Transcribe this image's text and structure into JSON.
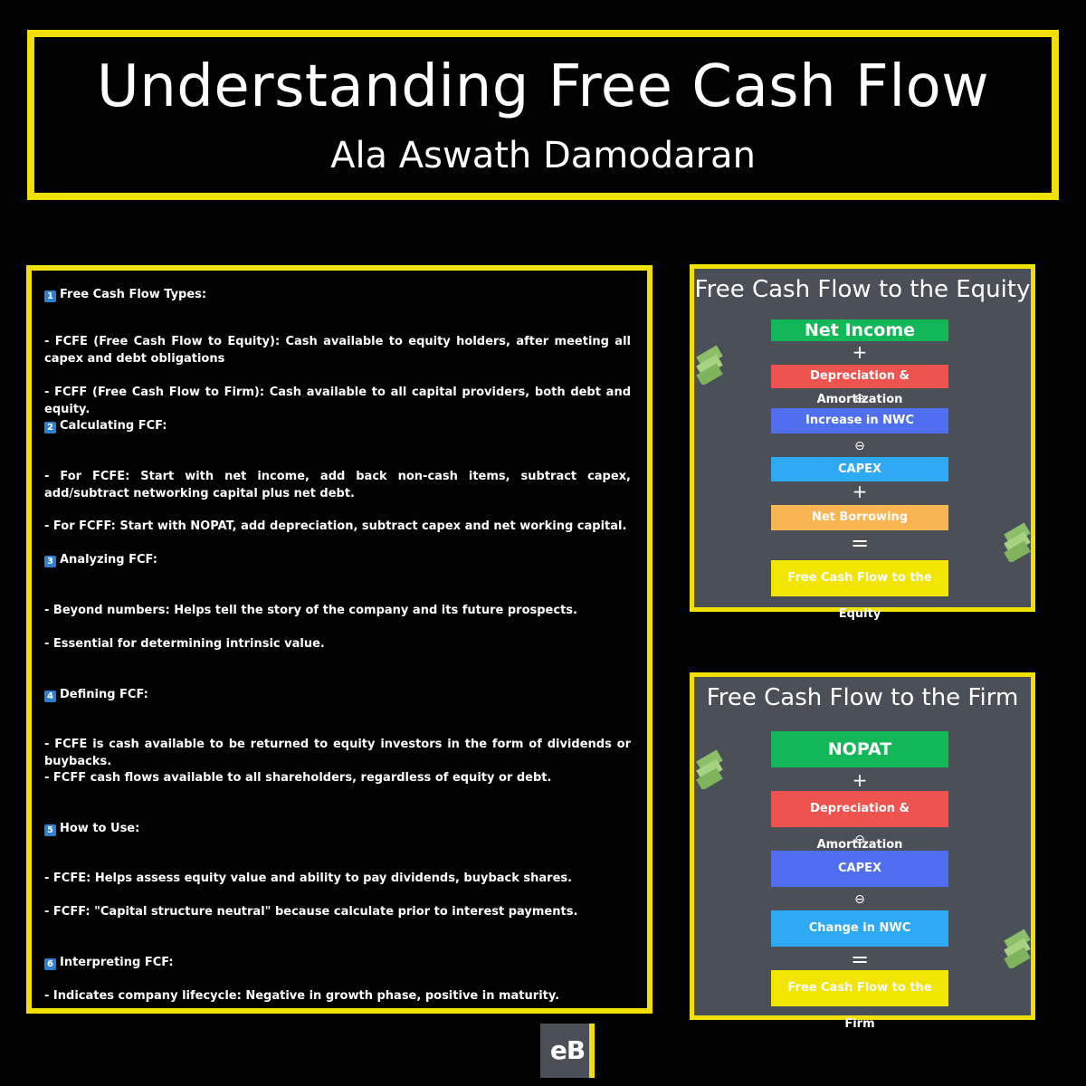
{
  "header": {
    "title": "Understanding Free Cash Flow",
    "subtitle": "Ala Aswath Damodaran"
  },
  "notes": {
    "lines": [
      {
        "num": "1",
        "text": "Free Cash Flow Types:"
      },
      {
        "text": " - FCFE (Free Cash Flow to Equity): Cash available to equity holders, after meeting all capex and debt obligations"
      },
      {
        "text": " - FCFF (Free Cash Flow to Firm): Cash available to all capital providers, both debt and equity."
      },
      {
        "num": "2",
        "text": "Calculating FCF:"
      },
      {
        "text": " - For FCFE: Start with net income, add back non-cash items, subtract capex, add/subtract networking capital plus net debt."
      },
      {
        "text": " - For FCFF: Start with NOPAT, add depreciation, subtract capex and net working capital."
      },
      {
        "num": "3",
        "text": "Analyzing FCF:"
      },
      {
        "text": "- Beyond numbers: Helps tell the story of the company and its future prospects."
      },
      {
        "text": " - Essential for determining intrinsic value."
      },
      {
        "num": "4",
        "text": "Defining FCF:"
      },
      {
        "text": "- FCFE is cash available to be returned to equity investors in the form of dividends or buybacks."
      },
      {
        "text": "- FCFF cash flows available to all shareholders, regardless of equity or debt."
      },
      {
        "num": "5",
        "text": "How to Use:"
      },
      {
        "text": " - FCFE: Helps assess equity value and ability to pay dividends, buyback shares."
      },
      {
        "text": " - FCFF: \"Capital structure neutral\" because calculate prior to interest payments."
      },
      {
        "num": "6",
        "text": "Interpreting FCF:"
      },
      {
        "text": " - Indicates company lifecycle: Negative in growth phase, positive in maturity."
      }
    ]
  },
  "fcfe": {
    "title": "Free Cash Flow to the Equity",
    "boxes": [
      {
        "label": "Net Income",
        "color": "#12b857"
      },
      {
        "label": "Depreciation & Amortization",
        "color": "#ef5350"
      },
      {
        "label": "Increase in NWC",
        "color": "#4f6ff0"
      },
      {
        "label": "CAPEX",
        "color": "#2eaaf5"
      },
      {
        "label": "Net Borrowing",
        "color": "#fbb452"
      },
      {
        "label": "Free Cash Flow to the Equity",
        "color": "#f2e500"
      }
    ],
    "ops": [
      "+",
      "⊖",
      "⊖",
      "+",
      "="
    ]
  },
  "fcff": {
    "title": "Free Cash Flow to the Firm",
    "boxes": [
      {
        "label": "NOPAT",
        "color": "#12b857"
      },
      {
        "label": "Depreciation & Amortization",
        "color": "#ef5350"
      },
      {
        "label": "CAPEX",
        "color": "#4f6ff0"
      },
      {
        "label": "Change in NWC",
        "color": "#2eaaf5"
      },
      {
        "label": "Free Cash Flow to the Firm",
        "color": "#f2e500"
      }
    ],
    "ops": [
      "+",
      "⊖",
      "⊖",
      "="
    ]
  },
  "logo": {
    "text": "eB"
  },
  "colors": {
    "accent": "#f2e000",
    "panel_bg": "#4a4f58"
  }
}
